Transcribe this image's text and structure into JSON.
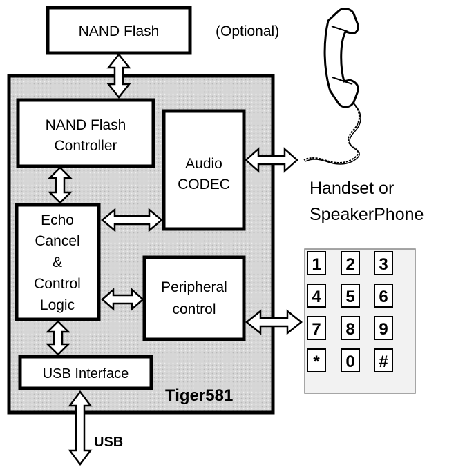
{
  "nand_flash": {
    "label": "NAND Flash",
    "optional_note": "(Optional)"
  },
  "chip": {
    "name": "Tiger581",
    "nand_controller": {
      "line1": "NAND Flash",
      "line2": "Controller"
    },
    "audio_codec": {
      "line1": "Audio",
      "line2": "CODEC"
    },
    "echo_cancel": {
      "line1": "Echo",
      "line2": "Cancel",
      "line3": "&",
      "line4": "Control",
      "line5": "Logic"
    },
    "peripheral": {
      "line1": "Peripheral",
      "line2": "control"
    },
    "usb_interface": {
      "label": "USB Interface"
    }
  },
  "usb_label": "USB",
  "handset": {
    "line1": "Handset or",
    "line2": "SpeakerPhone"
  },
  "keypad": {
    "keys": [
      "1",
      "2",
      "3",
      "4",
      "5",
      "6",
      "7",
      "8",
      "9",
      "*",
      "0",
      "#"
    ]
  },
  "colors": {
    "chip_fill": "#d9d9d9",
    "keypad_fill": "#f2f2f2",
    "stroke": "#000000"
  }
}
